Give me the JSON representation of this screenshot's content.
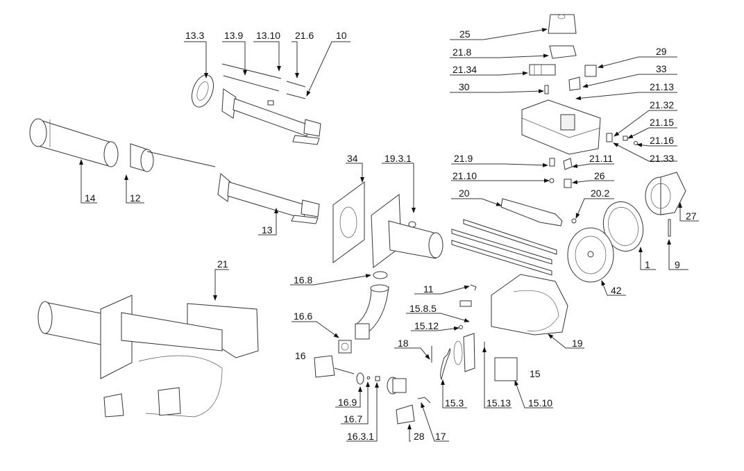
{
  "diagram": {
    "title": "Burner exploded parts view",
    "labels": {
      "p13_3": "13.3",
      "p13_9": "13.9",
      "p13_10": "13.10",
      "p21_6": "21.6",
      "p10": "10",
      "p14": "14",
      "p12": "12",
      "p13": "13",
      "p25": "25",
      "p21_8": "21.8",
      "p21_34": "21.34",
      "p30": "30",
      "p29": "29",
      "p33": "33",
      "p21_13": "21.13",
      "p21_32": "21.32",
      "p21_15": "21.15",
      "p21_16": "21.16",
      "p21_33": "21.33",
      "p21_9": "21.9",
      "p21_11": "21.11",
      "p21_10": "21.10",
      "p26": "26",
      "p20": "20",
      "p20_2": "20.2",
      "p27": "27",
      "p1": "1",
      "p9": "9",
      "p42": "42",
      "p34": "34",
      "p19_3_1": "19.3.1",
      "p21": "21",
      "p16_8": "16.8",
      "p16_6": "16.6",
      "p16": "16",
      "p16_9": "16.9",
      "p16_7": "16.7",
      "p16_3_1": "16.3.1",
      "p28": "28",
      "p17": "17",
      "p11": "11",
      "p15_8_5": "15.8.5",
      "p15_12": "15.12",
      "p18": "18",
      "p15_3": "15.3",
      "p15_13": "15.13",
      "p15_10": "15.10",
      "p15": "15",
      "p19": "19"
    }
  }
}
